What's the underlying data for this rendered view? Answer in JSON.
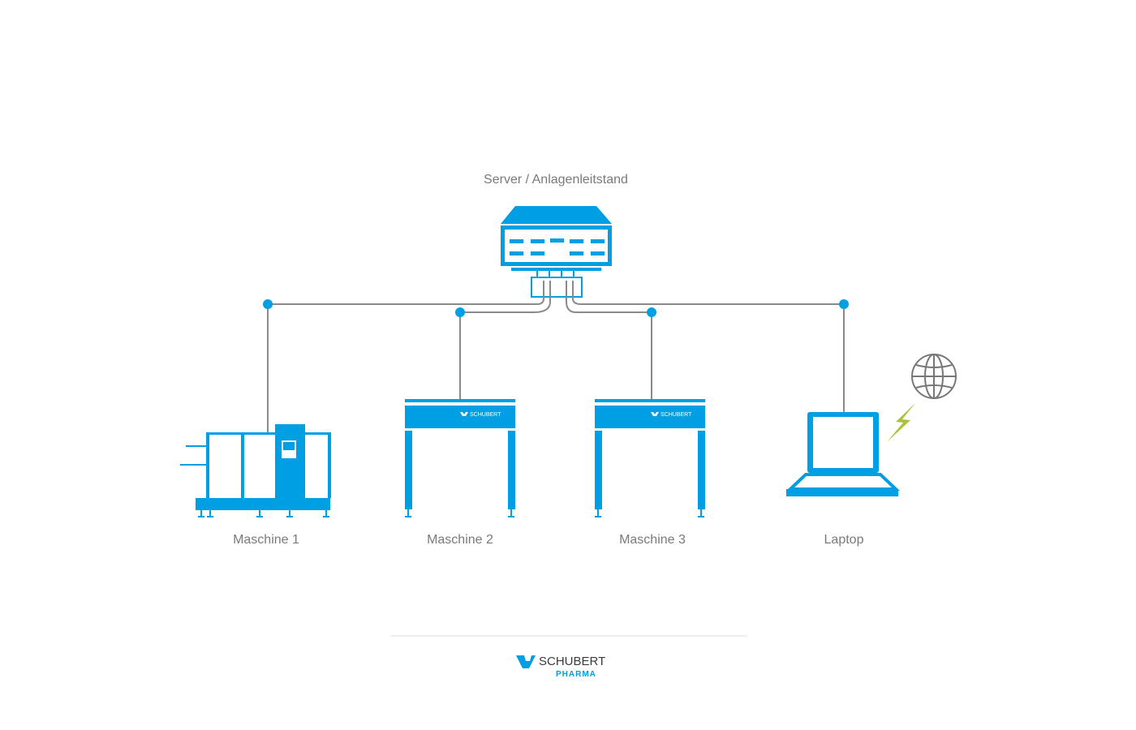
{
  "server": {
    "label": "Server / Anlagenleitstand"
  },
  "machines": [
    {
      "label": "Maschine 1"
    },
    {
      "label": "Maschine 2",
      "brand": "SCHUBERT"
    },
    {
      "label": "Maschine 3",
      "brand": "SCHUBERT"
    }
  ],
  "laptop": {
    "label": "Laptop"
  },
  "footer": {
    "brand": "SCHUBERT",
    "sub": "PHARMA"
  },
  "icons": [
    "server-icon",
    "network-switch-icon",
    "packaging-machine-icon",
    "machine-table-icon",
    "laptop-icon",
    "lightning-icon",
    "globe-icon",
    "schubert-logo-icon"
  ],
  "colors": {
    "primary": "#009fe3",
    "line": "#8a8a8a",
    "text": "#7a7a7a",
    "lightning": "#a8c43a",
    "globe": "#777777"
  }
}
